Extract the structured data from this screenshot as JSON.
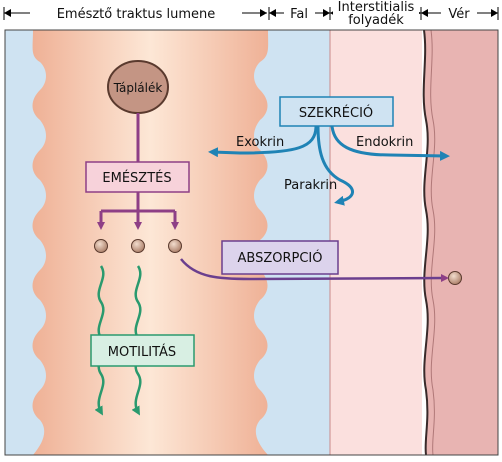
{
  "header": {
    "lumen": "Emésztő traktus lumene",
    "wall": "Fal",
    "interstitial_line1": "Interstitialis",
    "interstitial_line2": "folyadék",
    "blood": "Vér"
  },
  "nodes": {
    "food": "Táplálék",
    "digestion": "EMÉSZTÉS",
    "secretion": "SZEKRÉCIÓ",
    "absorption": "ABSZORPCIÓ",
    "motility": "MOTILITÁS"
  },
  "secretion_types": {
    "exocrine": "Exokrin",
    "endocrine": "Endokrin",
    "paracrine": "Parakrin"
  },
  "colors": {
    "lumen_bg": "#cfe3f2",
    "wall": "#f2b9a0",
    "interstitial": "#fbe0de",
    "blood": "#e8b4b2",
    "purple_arrow": "#8e3f86",
    "blue_arrow": "#1f83b5",
    "green_wave": "#2a9a6e",
    "food": "#c49584"
  }
}
